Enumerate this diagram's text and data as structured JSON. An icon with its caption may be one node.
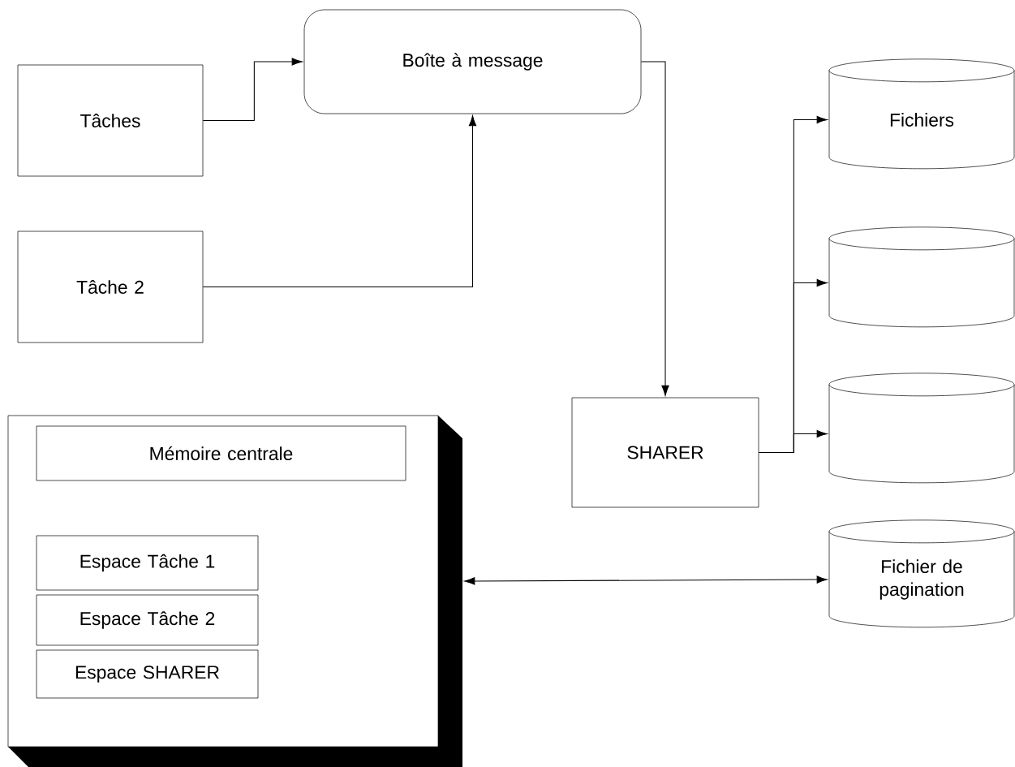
{
  "diagram": {
    "nodes": [
      {
        "text": [
          "Tâches"
        ]
      },
      {
        "text": [
          "Tâche 2"
        ]
      },
      {
        "text": [
          "Boîte à message"
        ]
      },
      {
        "text": [
          "SHARER"
        ]
      },
      {
        "text": [
          "Fichiers"
        ]
      },
      {
        "text": [],
        "shape": "cylinder"
      },
      {
        "text": [],
        "shape": "cylinder"
      },
      {
        "text": [
          "Fichier de pagination"
        ]
      },
      {
        "text": [],
        "shape": "box"
      },
      {
        "text": [
          "Mémoire centrale"
        ],
        "in": 8
      },
      {
        "text": [
          "Espace Tâche 1"
        ],
        "in": 8
      },
      {
        "text": [
          "Espace Tâche 2"
        ],
        "in": 8
      },
      {
        "text": [
          "Espace SHARER"
        ],
        "in": 8
      }
    ],
    "edges": [
      {
        "from": 0,
        "to": 2,
        "arrow": "to"
      },
      {
        "from": 1,
        "to": 2,
        "arrow": "to"
      },
      {
        "from": 2,
        "to": 3,
        "arrow": "to"
      },
      {
        "from": 3,
        "to": 4,
        "arrow": "to"
      },
      {
        "from": 3,
        "to": 5,
        "arrow": "to"
      },
      {
        "from": 3,
        "to": 6,
        "arrow": "to"
      },
      {
        "from": 8,
        "to": 7,
        "arrow": "both"
      }
    ]
  }
}
